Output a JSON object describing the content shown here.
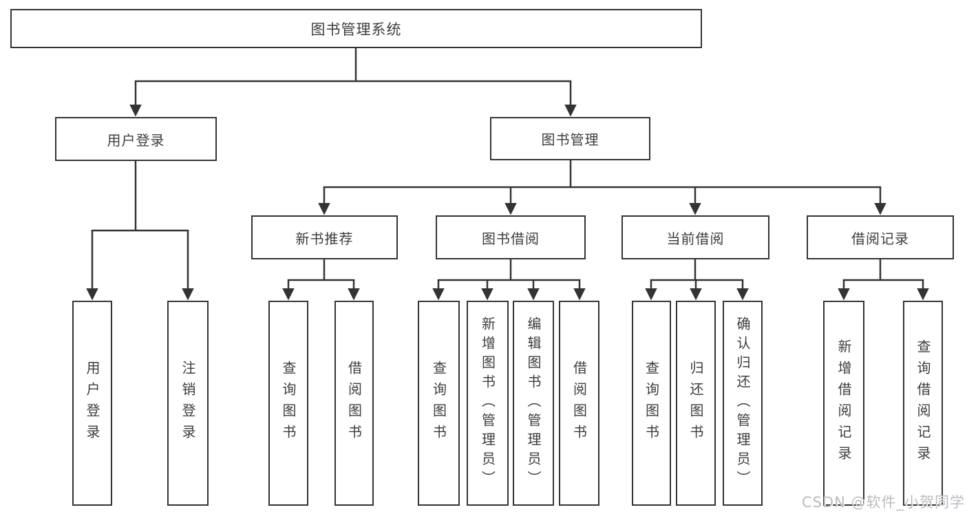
{
  "tree": {
    "label": "图书管理系统",
    "children": [
      {
        "label": "用户登录",
        "children": [
          {
            "label": "用户登录"
          },
          {
            "label": "注销登录"
          }
        ]
      },
      {
        "label": "图书管理",
        "children": [
          {
            "label": "新书推荐",
            "children": [
              {
                "label": "查询图书"
              },
              {
                "label": "借阅图书"
              }
            ]
          },
          {
            "label": "图书借阅",
            "children": [
              {
                "label": "查询图书"
              },
              {
                "label": "新增图书（管理员）"
              },
              {
                "label": "编辑图书（管理员）"
              },
              {
                "label": "借阅图书"
              }
            ]
          },
          {
            "label": "当前借阅",
            "children": [
              {
                "label": "查询图书"
              },
              {
                "label": "归还图书"
              },
              {
                "label": "确认归还（管理员）"
              }
            ]
          },
          {
            "label": "借阅记录",
            "children": [
              {
                "label": "新增借阅记录"
              },
              {
                "label": "查询借阅记录"
              }
            ]
          }
        ]
      }
    ]
  },
  "watermark": {
    "text": "CSDN @软件_小贺同学"
  },
  "colors": {
    "line": "#333333",
    "text": "#3d3d3d",
    "watermark": "#b9bcc0",
    "background": "#ffffff"
  }
}
